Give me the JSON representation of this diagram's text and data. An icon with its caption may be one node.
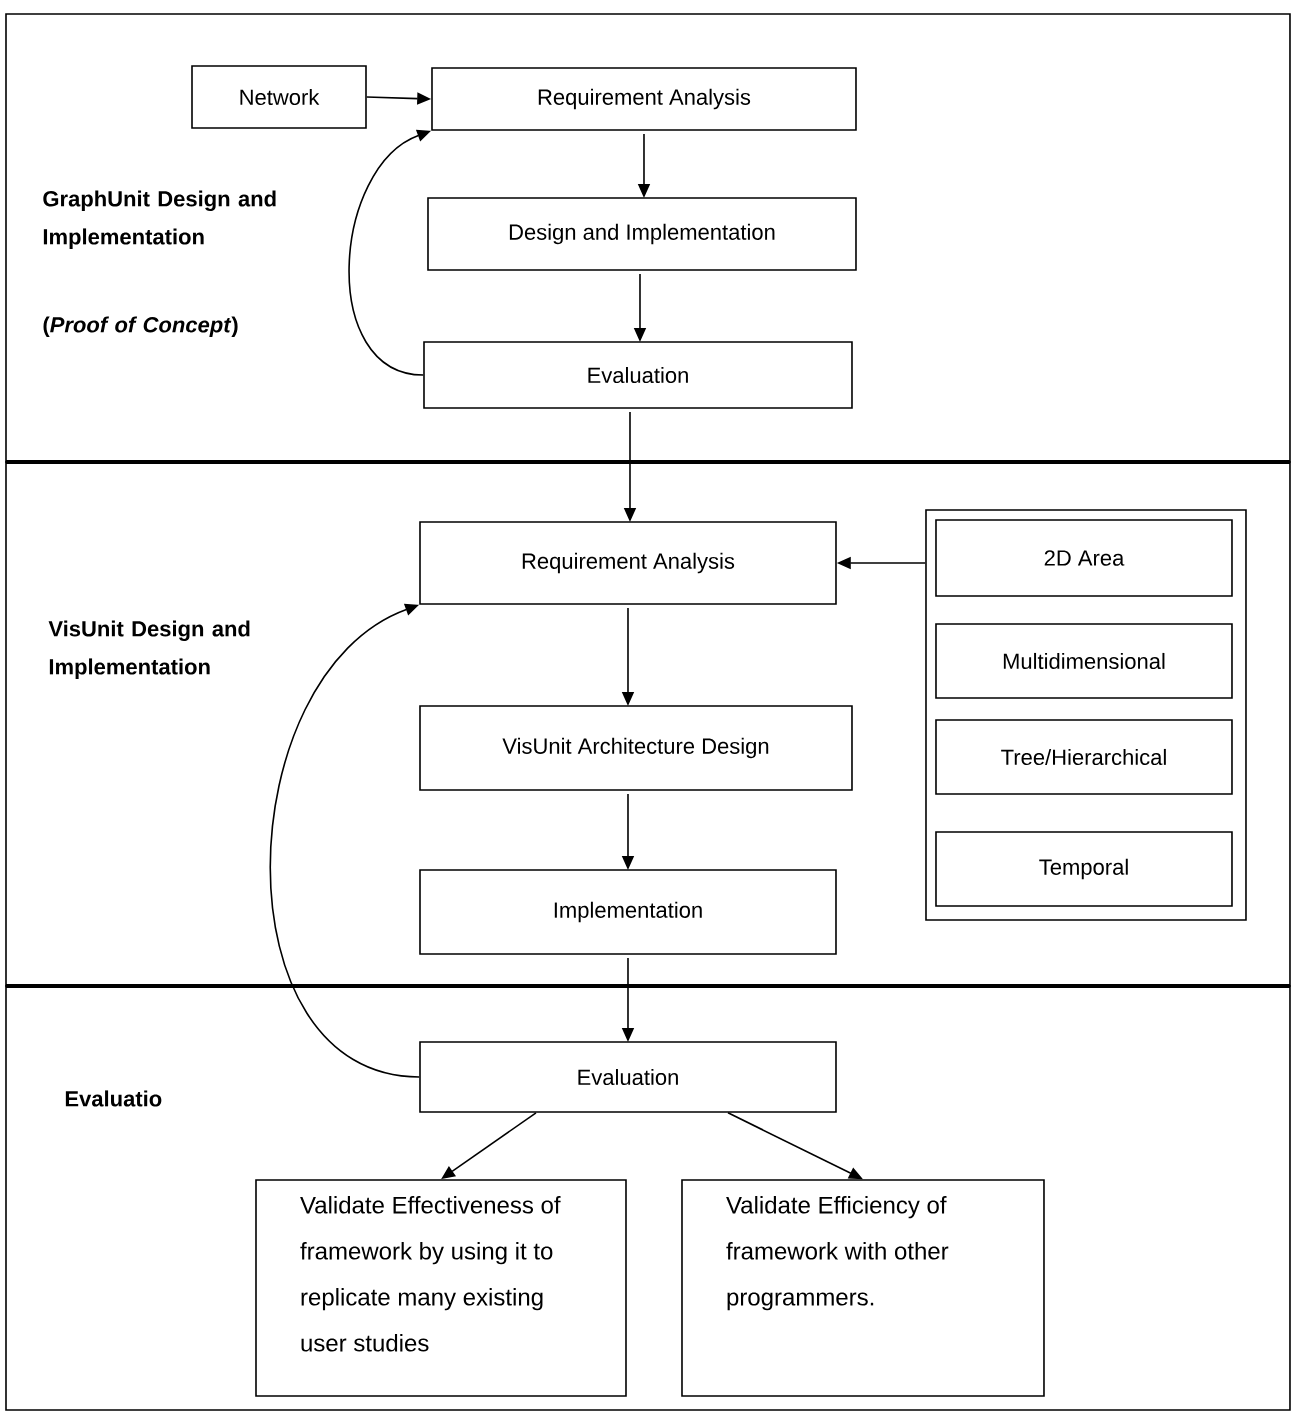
{
  "diagram": {
    "nodes": [
      {
        "text": [
          "GraphUnit Design and Implementation",
          "(*Proof of Concept*)"
        ]
      },
      {
        "text": [
          "Network"
        ],
        "in": 0
      },
      {
        "text": [
          "Requirement Analysis"
        ],
        "in": 0
      },
      {
        "text": [
          "Design and Implementation"
        ],
        "in": 0
      },
      {
        "text": [
          "Evaluation"
        ],
        "in": 0
      },
      {
        "text": [
          "VisUnit Design and Implementation"
        ]
      },
      {
        "text": [
          "Requirement Analysis"
        ],
        "in": 5
      },
      {
        "text": [
          "VisUnit Architecture Design"
        ],
        "in": 5
      },
      {
        "text": [
          "Implementation"
        ],
        "in": 5
      },
      {
        "text": [],
        "shape": "box",
        "in": 5
      },
      {
        "text": [
          "2D Area"
        ],
        "in": 9
      },
      {
        "text": [
          "Multidimensional"
        ],
        "in": 9
      },
      {
        "text": [
          "Tree/Hierarchical"
        ],
        "in": 9
      },
      {
        "text": [
          "Temporal"
        ],
        "in": 9
      },
      {
        "text": [
          "Evaluatio"
        ]
      },
      {
        "text": [
          "Evaluation"
        ],
        "in": 14
      },
      {
        "text": [
          "Validate Effectiveness of framework by using it to replicate many existing user studies"
        ],
        "in": 14
      },
      {
        "text": [
          "Validate Efficiency of framework with other programmers."
        ],
        "in": 14
      }
    ],
    "edges": [
      {
        "from": 1,
        "to": 2,
        "arrow": "to"
      },
      {
        "from": 4,
        "to": 2,
        "arrow": "to"
      },
      {
        "from": 2,
        "to": 3,
        "arrow": "to"
      },
      {
        "from": 3,
        "to": 4,
        "arrow": "to"
      },
      {
        "from": 4,
        "to": 6,
        "arrow": "to"
      },
      {
        "from": 9,
        "to": 6,
        "arrow": "to"
      },
      {
        "from": 6,
        "to": 7,
        "arrow": "to"
      },
      {
        "from": 7,
        "to": 8,
        "arrow": "to"
      },
      {
        "from": 8,
        "to": 15,
        "arrow": "to"
      },
      {
        "from": 15,
        "to": 6,
        "arrow": "to"
      },
      {
        "from": 15,
        "to": 16,
        "arrow": "to"
      },
      {
        "from": 15,
        "to": 17,
        "arrow": "to"
      }
    ]
  }
}
